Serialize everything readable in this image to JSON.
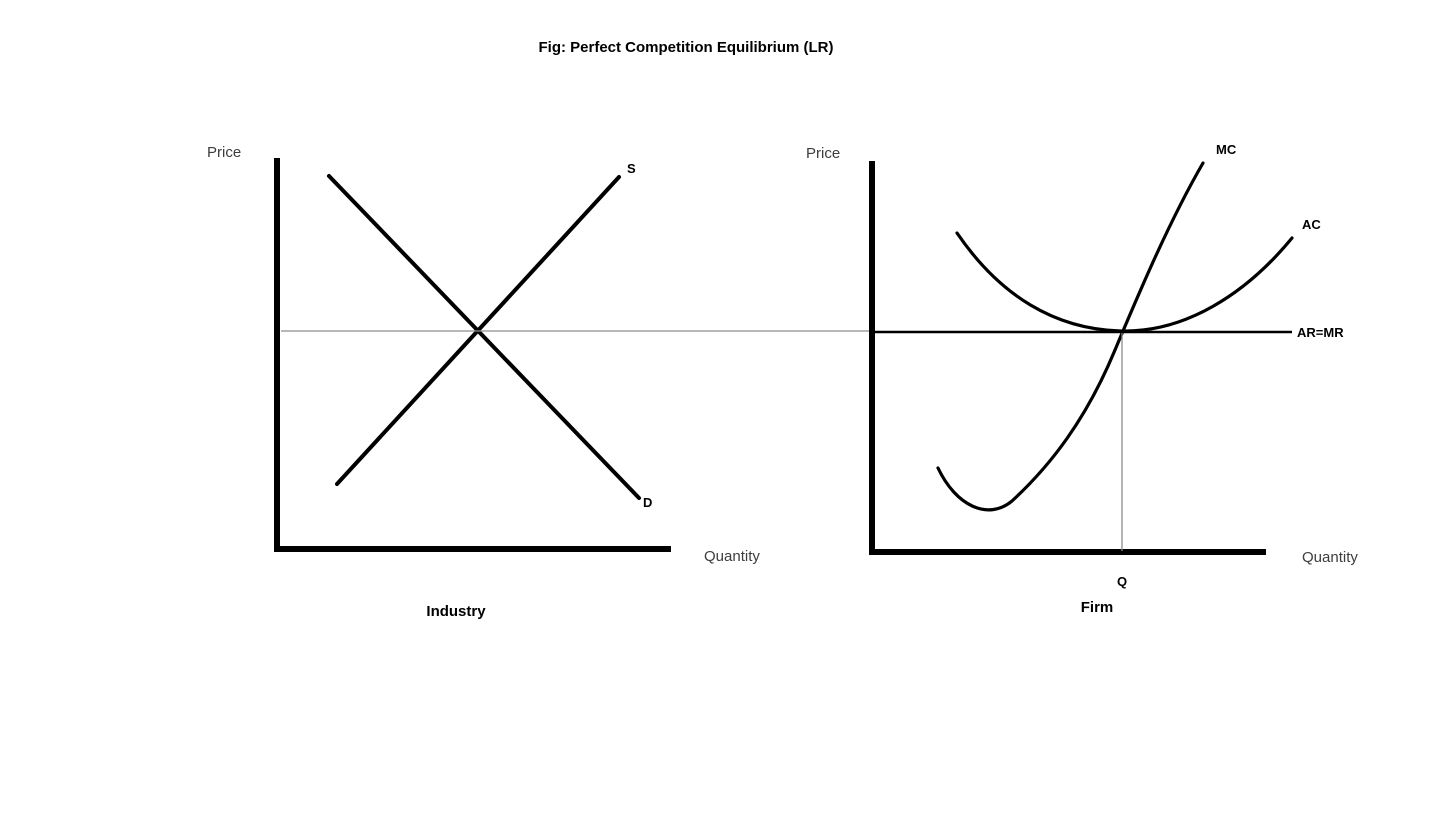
{
  "figure": {
    "title": "Fig: Perfect Competition Equilibrium (LR)"
  },
  "industry_panel": {
    "price_axis_label": "Price",
    "quantity_axis_label": "Quantity",
    "caption": "Industry",
    "supply_label": "S",
    "demand_label": "D"
  },
  "firm_panel": {
    "price_axis_label": "Price",
    "quantity_axis_label": "Quantity",
    "caption": "Firm",
    "mc_label": "MC",
    "ac_label": "AC",
    "ar_mr_label": "AR=MR",
    "quantity_marker_label": "Q"
  },
  "colors": {
    "ink": "#000000",
    "axis_text": "#3d3d3d",
    "reference_line": "#8c8c8c"
  }
}
